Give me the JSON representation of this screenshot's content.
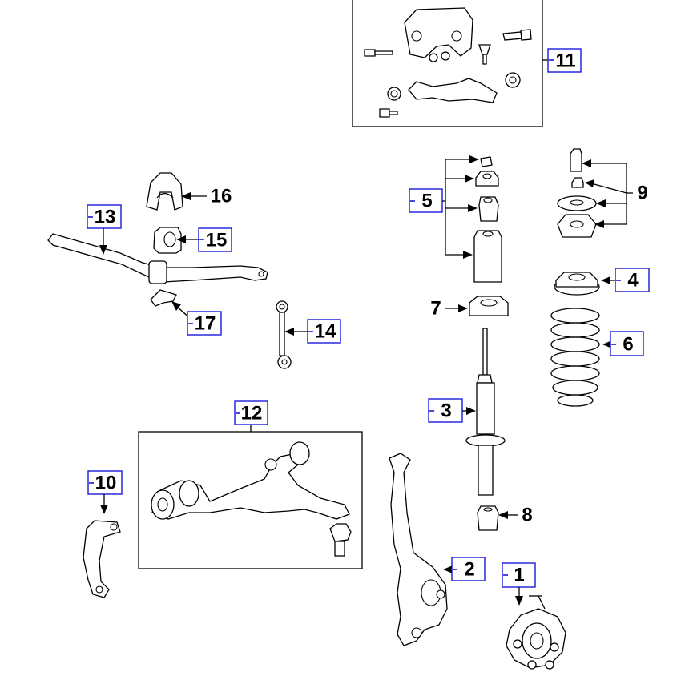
{
  "callouts": {
    "c1": "1",
    "c2": "2",
    "c3": "3",
    "c4": "4",
    "c5": "5",
    "c6": "6",
    "c7": "7",
    "c8": "8",
    "c9": "9",
    "c10": "10",
    "c11": "11",
    "c12": "12",
    "c13": "13",
    "c14": "14",
    "c15": "15",
    "c16": "16",
    "c17": "17"
  },
  "colors": {
    "callout_box_border": "#1a1adc",
    "line": "#000000",
    "background": "#ffffff"
  }
}
